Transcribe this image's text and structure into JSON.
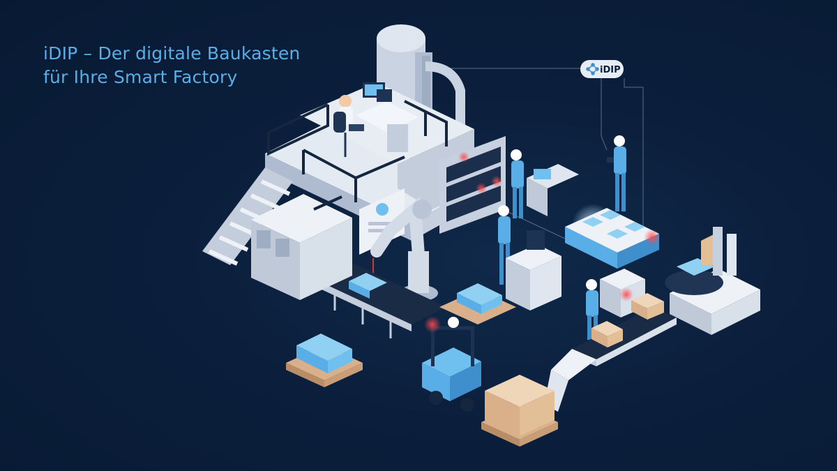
{
  "headline": {
    "line1": "iDIP – Der digitale Baukasten",
    "line2": "für Ihre Smart Factory"
  },
  "badge": {
    "label": "iDIP",
    "icon": "network-nodes-icon"
  },
  "colors": {
    "background": "#0b1f3c",
    "headline": "#5aaee8",
    "accent_blue": "#6fc0ee",
    "machine_light": "#dfe6f0",
    "machine_mid": "#b9c5d6",
    "cardboard": "#e3bf98",
    "alert_red": "#e0303a"
  }
}
